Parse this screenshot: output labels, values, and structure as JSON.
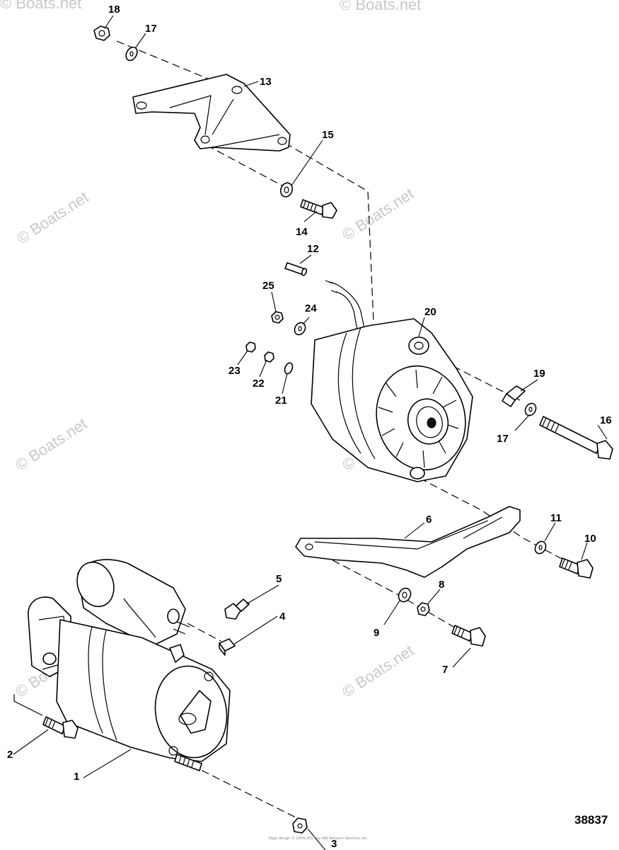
{
  "watermark": {
    "text": "© Boats.net",
    "corner_top_left": "© Boats.net",
    "corner_top_right": "© Boats.net"
  },
  "reference_number": "38837",
  "footer_text": "Page design © 2004-2017 by ARI Network Services, Inc.",
  "callouts": [
    {
      "id": "1",
      "label": "1"
    },
    {
      "id": "2",
      "label": "2"
    },
    {
      "id": "3",
      "label": "3"
    },
    {
      "id": "4",
      "label": "4"
    },
    {
      "id": "5",
      "label": "5"
    },
    {
      "id": "6",
      "label": "6"
    },
    {
      "id": "7",
      "label": "7"
    },
    {
      "id": "8",
      "label": "8"
    },
    {
      "id": "9",
      "label": "9"
    },
    {
      "id": "10",
      "label": "10"
    },
    {
      "id": "11",
      "label": "11"
    },
    {
      "id": "12",
      "label": "12"
    },
    {
      "id": "13",
      "label": "13"
    },
    {
      "id": "14",
      "label": "14"
    },
    {
      "id": "15",
      "label": "15"
    },
    {
      "id": "16",
      "label": "16"
    },
    {
      "id": "17a",
      "label": "17"
    },
    {
      "id": "17b",
      "label": "17"
    },
    {
      "id": "18",
      "label": "18"
    },
    {
      "id": "19",
      "label": "19"
    },
    {
      "id": "20",
      "label": "20"
    },
    {
      "id": "21",
      "label": "21"
    },
    {
      "id": "22",
      "label": "22"
    },
    {
      "id": "23",
      "label": "23"
    },
    {
      "id": "24",
      "label": "24"
    },
    {
      "id": "25",
      "label": "25"
    }
  ]
}
